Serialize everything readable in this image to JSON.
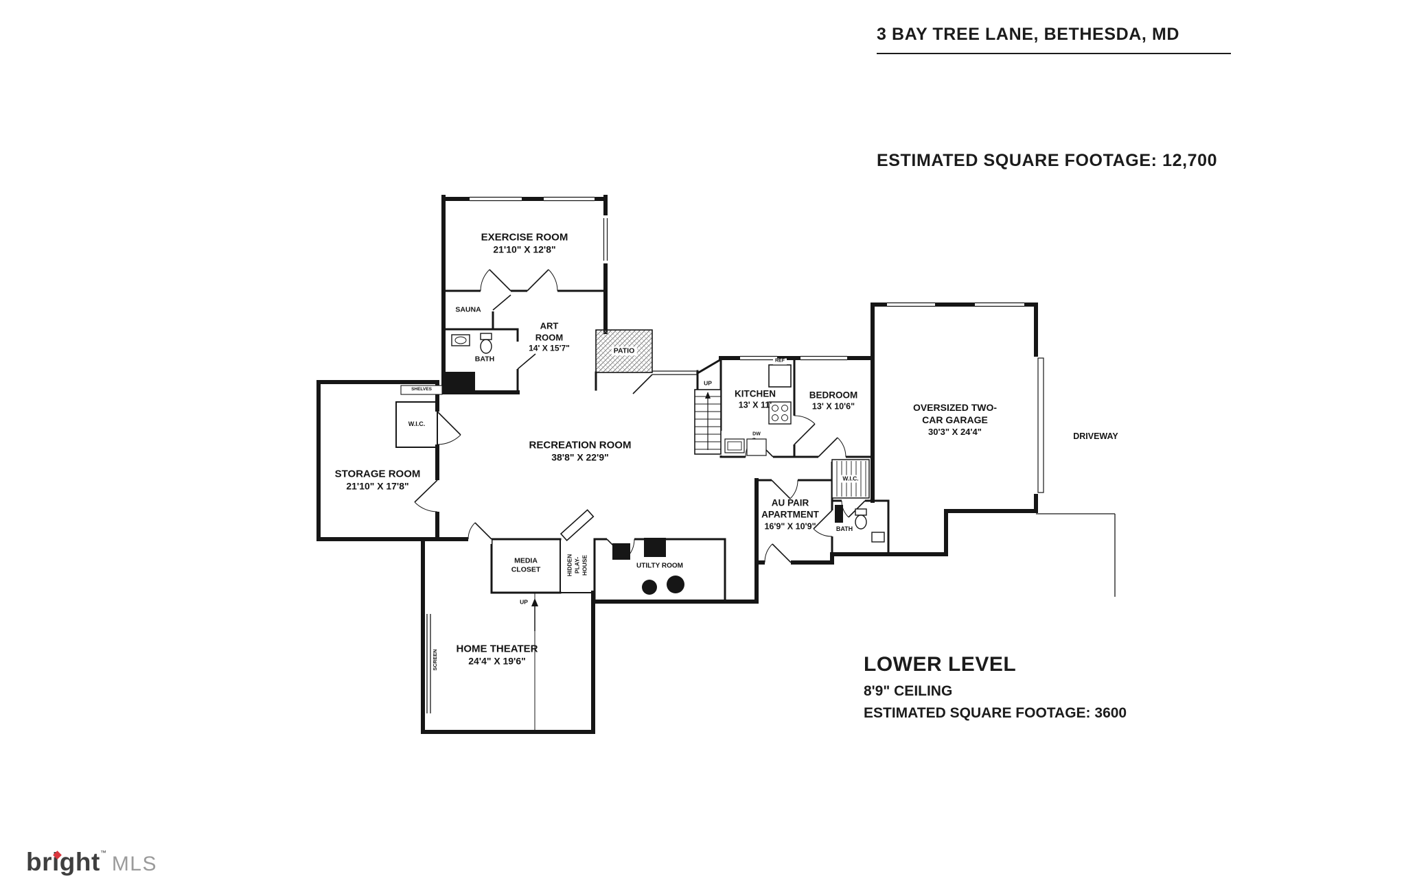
{
  "header": {
    "address": "3 BAY TREE LANE, BETHESDA, MD",
    "sqft_total": "ESTIMATED SQUARE FOOTAGE: 12,700"
  },
  "footer_block": {
    "level": "LOWER LEVEL",
    "ceiling": "8'9\" CEILING",
    "sqft_level": "ESTIMATED SQUARE FOOTAGE: 3600"
  },
  "logo": {
    "brand": "bright",
    "tm": "™",
    "suffix": "MLS",
    "accent": "#d9373e"
  },
  "rooms": {
    "exercise": {
      "name": "EXERCISE ROOM",
      "dims": "21'10\" X 12'8\""
    },
    "sauna": {
      "name": "SAUNA"
    },
    "bath_upper": {
      "name": "BATH"
    },
    "art": {
      "name": "ART ROOM",
      "dims": "14' X 15'7\""
    },
    "patio": {
      "name": "PATIO"
    },
    "shelves": {
      "name": "SHELVES"
    },
    "wic_left": {
      "name": "W.I.C."
    },
    "storage": {
      "name": "STORAGE ROOM",
      "dims": "21'10\" X 17'8\""
    },
    "recreation": {
      "name": "RECREATION ROOM",
      "dims": "38'8\" X 22'9\""
    },
    "kitchen": {
      "name": "KITCHEN",
      "dims": "13' X 11'"
    },
    "bedroom": {
      "name": "BEDROOM",
      "dims": "13' X 10'6\""
    },
    "garage": {
      "name": "OVERSIZED TWO-CAR GARAGE",
      "dims": "30'3\" X 24'4\""
    },
    "driveway": {
      "name": "DRIVEWAY"
    },
    "aupair": {
      "name": "AU PAIR APARTMENT",
      "dims": "16'9\" X 10'9\""
    },
    "wic_right": {
      "name": "W.I.C."
    },
    "bath_lower": {
      "name": "BATH"
    },
    "media_closet": {
      "name": "MEDIA CLOSET"
    },
    "hidden_playhouse": {
      "name": "HIDDEN PLAY-HOUSE"
    },
    "utility": {
      "name": "UTILTY ROOM"
    },
    "home_theater": {
      "name": "HOME THEATER",
      "dims": "24'4\" X 19'6\""
    },
    "screen": {
      "name": "SCREEN"
    }
  },
  "annotations": {
    "up": "UP",
    "ref": "REF",
    "dw": "DW"
  }
}
